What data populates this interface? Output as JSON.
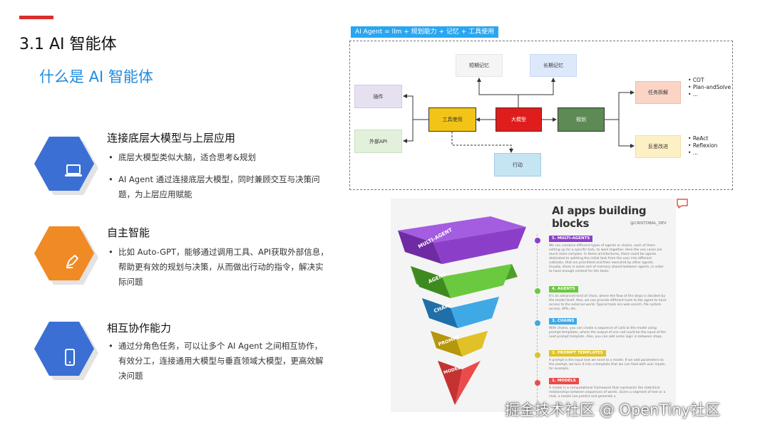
{
  "slide": {
    "title": "3.1 AI 智能体",
    "subtitle": "什么是 AI 智能体",
    "accent_color": "#d9302c",
    "subtitle_color": "#1e8be0"
  },
  "features": [
    {
      "title": "连接底层大模型与上层应用",
      "icon": "laptop-icon",
      "color": "#3b6fd4",
      "bullets": [
        "底层大模型类似大脑，适合思考&规划",
        "AI Agent 通过连接底层大模型，同时兼顾交互与决策问题，为上层应用赋能"
      ]
    },
    {
      "title": "自主智能",
      "icon": "pen-icon",
      "color": "#f08a24",
      "bullets": [
        "比如 Auto-GPT，能够通过调用工具、API获取外部信息，帮助更有效的规划与决策，从而做出行动的指令，解决实际问题"
      ]
    },
    {
      "title": "相互协作能力",
      "icon": "phone-icon",
      "color": "#3b6fd4",
      "bullets": [
        "通过分角色任务，可以让多个 AI Agent 之间相互协作，有效分工，连接通用大模型与垂直领域大模型，更高效解决问题"
      ]
    }
  ],
  "diagram": {
    "formula": "AI Agent = llm + 规划能力 + 记忆 + 工具使用",
    "nodes": {
      "short_memory": "短期记忆",
      "long_memory": "长期记忆",
      "plugin": "插件",
      "external_api": "外部API",
      "tool_use": "工具使用",
      "llm": "大模型",
      "planning": "规划",
      "task_split": "任务拆解",
      "reflection": "反思改进",
      "action": "行动"
    },
    "task_split_items": [
      "COT",
      "Plan-andSolve",
      "..."
    ],
    "reflection_items": [
      "ReAct",
      "Reflexion",
      "..."
    ]
  },
  "infographic": {
    "title": "AI apps building blocks",
    "handle": "@CRISTOBAL_DEV",
    "layers": [
      {
        "label": "MULTI-AGENT",
        "color": "#8b3fc9"
      },
      {
        "label": "AGENT",
        "color": "#6bc93f"
      },
      {
        "label": "CHAIN",
        "color": "#3fa9e6"
      },
      {
        "label": "PROMPT",
        "color": "#e0c228"
      },
      {
        "label": "MODEL",
        "color": "#ea4c4c"
      }
    ],
    "sections": [
      {
        "tag": "5. MULTI-AGENTS",
        "color": "#8b3fc9",
        "text": "We can combine different types of agents or chains, each of them setting up for a specific task, to work together. Here the use cases are much more complex. In these architectures, there could be agents dedicated to splitting the initial task from the user into different subtasks, that are prioritized and then executed by other agents. Usually, there is some sort of memory shared between agents, in order to have enough context for the tasks."
      },
      {
        "tag": "4. AGENTS",
        "color": "#6bc93f",
        "text": "It's an advanced kind of chain, where the flow of the steps is decided by the model itself. Also, we can provide different tools to the agent to have access to the external world. Typical tools are web search, file system access, APIs, etc."
      },
      {
        "tag": "3. CHAINS",
        "color": "#3fa9e6",
        "text": "With chains, you can create a sequence of calls to the model using prompt templates, where the output of one call could be the input of the next prompt template. Also, you can add some logic in between steps."
      },
      {
        "tag": "2. PROMPT TEMPLATES",
        "color": "#e0c228",
        "text": "A prompt is the input text we send to a model. If we add parameters to the prompt, we turn it into a template that we can feed with user inputs, for example."
      },
      {
        "tag": "1. MODELS",
        "color": "#ea4c4c",
        "text": "A model is a computational framework that represents the statistical relationships between sequences of words. Given a segment of text or a chat, a model can predict and generate a"
      }
    ]
  },
  "watermark": "掘金技术社区 @ OpenTiny社区"
}
